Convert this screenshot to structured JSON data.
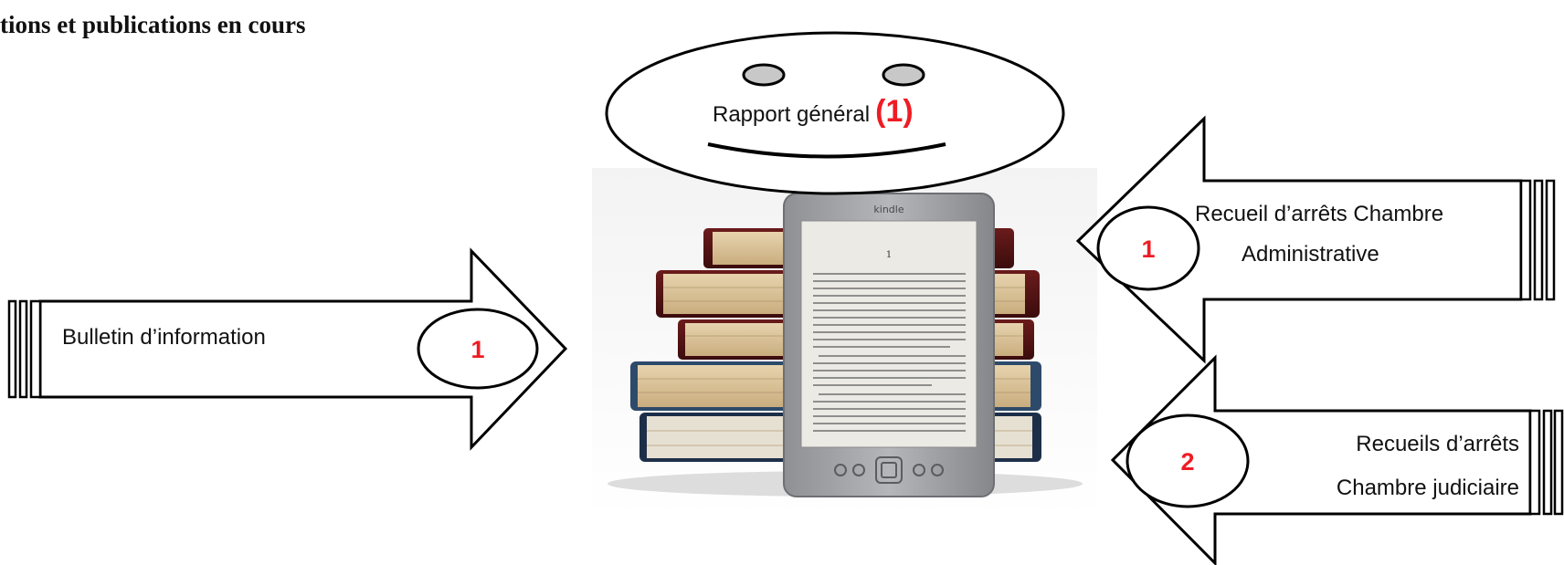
{
  "heading": "tions et publications en cours",
  "colors": {
    "number": "#ee1c24",
    "outline": "#000000",
    "eye_fill": "#c8c8c8"
  },
  "oval": {
    "label": "Rapport général",
    "badge": "(1)"
  },
  "left_arrow": {
    "label": "Bulletin d’information",
    "badge": "1"
  },
  "right_arrow_top": {
    "label_line1": "Recueil d’arrêts Chambre",
    "label_line2": "Administrative",
    "badge": "1"
  },
  "right_arrow_bottom": {
    "label_line1": "Recueils d’arrêts",
    "label_line2": "Chambre judiciaire",
    "badge": "2"
  },
  "center_image": {
    "icon": "ebook-reader-on-book-stack-icon",
    "device_brand": "kindle",
    "page_number": "1"
  }
}
